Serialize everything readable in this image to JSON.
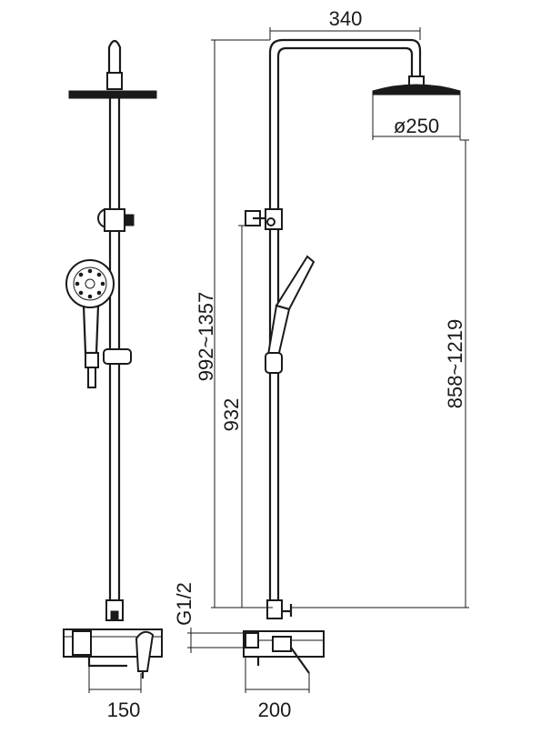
{
  "dimensions": {
    "top_width": "340",
    "head_diameter": "ø250",
    "total_height_range": "992~1357",
    "bar_height": "932",
    "rail_height_range": "858~1219",
    "inlet_thread": "G1/2",
    "front_width": "150",
    "side_width": "200"
  },
  "colors": {
    "line": "#1a1a1a",
    "background": "#ffffff"
  }
}
